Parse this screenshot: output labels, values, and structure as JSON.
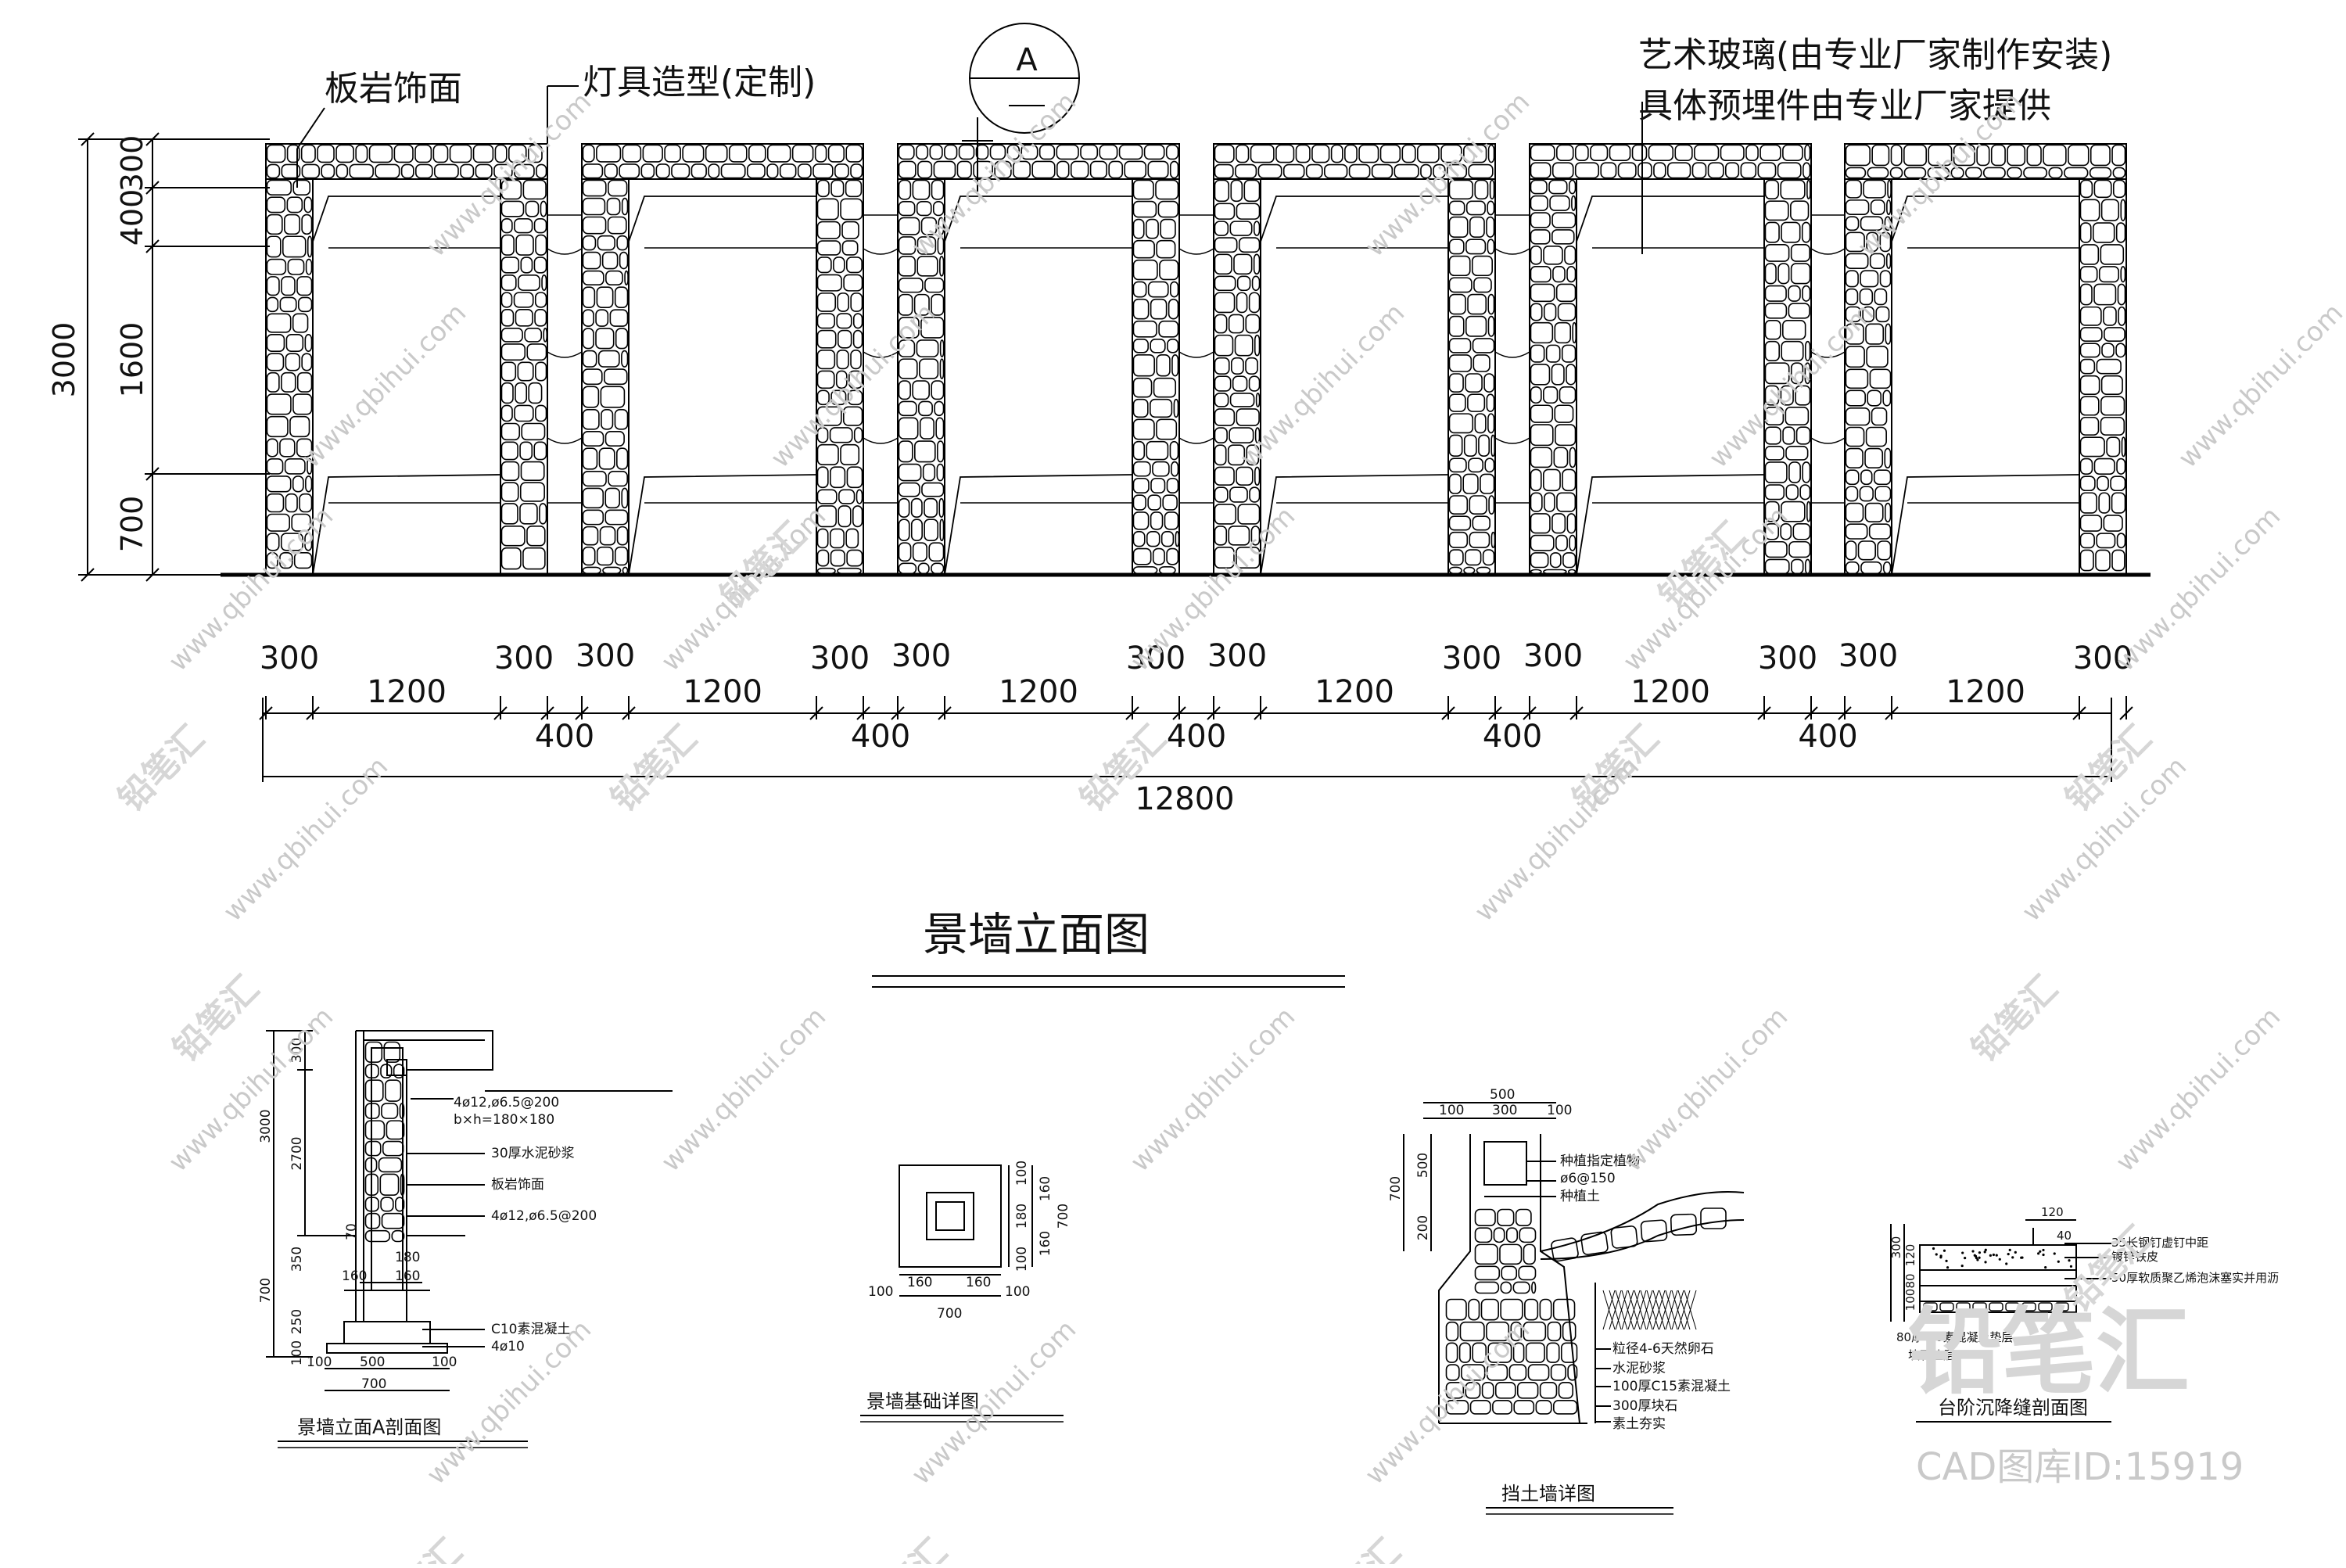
{
  "elevation": {
    "title": "景墙立面图",
    "callouts": {
      "slate_finish": "板岩饰面",
      "lamp": "灯具造型(定制)",
      "art_glass_1": "艺术玻璃(由专业厂家制作安装)",
      "art_glass_2": "具体预埋件由专业厂家提供"
    },
    "section_marker": "A",
    "vertical_dims": {
      "total": "3000",
      "parts": [
        "300",
        "400",
        "1600",
        "700"
      ]
    },
    "horizontal_dims": {
      "top_row": [
        "300",
        "300",
        "300",
        "300",
        "300",
        "300",
        "300",
        "300",
        "300",
        "300",
        "300",
        "300"
      ],
      "openings": [
        "1200",
        "1200",
        "1200",
        "1200",
        "1200",
        "1200"
      ],
      "gaps": [
        "400",
        "400",
        "400",
        "400",
        "400"
      ],
      "total": "12800"
    }
  },
  "section_a": {
    "title": "景墙立面A剖面图",
    "notes": [
      "4ø12,ø6.5@200",
      "b×h=180×180",
      "30厚水泥砂浆",
      "板岩饰面",
      "4ø12,ø6.5@200",
      "C10素混凝土",
      "4ø10"
    ],
    "dims_v": [
      "300",
      "2700",
      "3000",
      "350",
      "700",
      "250",
      "100"
    ],
    "dims_h": [
      "70",
      "180",
      "160",
      "160",
      "100",
      "500",
      "100",
      "700"
    ]
  },
  "foundation": {
    "title": "景墙基础详图",
    "dims_v": [
      "100",
      "160",
      "180",
      "160",
      "100",
      "700"
    ],
    "dims_h": [
      "100",
      "160",
      "160",
      "100",
      "700"
    ]
  },
  "retaining": {
    "title": "挡土墙详图",
    "dims_top": [
      "500",
      "100",
      "300",
      "100"
    ],
    "dims_v": [
      "500",
      "700",
      "200"
    ],
    "notes_top": [
      "种植指定植物",
      "ø6@150",
      "种植土"
    ],
    "notes_bottom": [
      "粒径4-6天然卵石",
      "水泥砂浆",
      "100厚C15素混凝土",
      "300厚块石",
      "素土夯实"
    ]
  },
  "step_section": {
    "title": "台阶沉降缝剖面图",
    "dims": [
      "120",
      "40",
      "300",
      "120",
      "80",
      "100"
    ],
    "notes": [
      "35长钢钉虚钉中距",
      "镀锌铁皮",
      "50厚软质聚乙烯泡沫塞实并用沥"
    ],
    "left_notes": [
      "80厚",
      "0素混凝土垫层",
      "块石垫层"
    ]
  },
  "watermark": {
    "url": "www.qbihui.com",
    "brand": "铅笔汇",
    "id_text": "CAD图库ID:15919"
  }
}
